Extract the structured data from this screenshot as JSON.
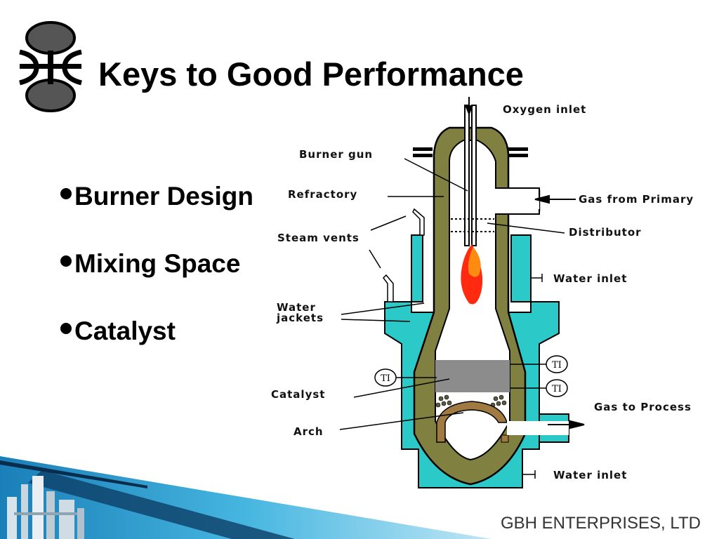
{
  "slide": {
    "title": "Keys to Good Performance",
    "bullets": [
      "Burner Design",
      "Mixing Space",
      "Catalyst"
    ],
    "footer_company": "GBH ENTERPRISES, LTD"
  },
  "diagram": {
    "labels": {
      "oxygen_inlet": "Oxygen inlet",
      "burner_gun": "Burner gun",
      "refractory": "Refractory",
      "gas_from_primary": "Gas from Primary",
      "distributor": "Distributor",
      "steam_vents": "Steam vents",
      "water_inlet_top": "Water inlet",
      "water_jackets_line1": "Water",
      "water_jackets_line2": "jackets",
      "catalyst": "Catalyst",
      "gas_to_process": "Gas to Process",
      "arch": "Arch",
      "water_inlet_bottom": "Water inlet",
      "ti": "TI"
    }
  },
  "colors": {
    "refractory": "#808040",
    "water_jacket": "#2cc9c9",
    "catalyst_bed": "#8c8c8c",
    "flame_outer": "#ff2a10",
    "flame_inner": "#ff8c10",
    "band_blue": "#2a9fd0"
  }
}
